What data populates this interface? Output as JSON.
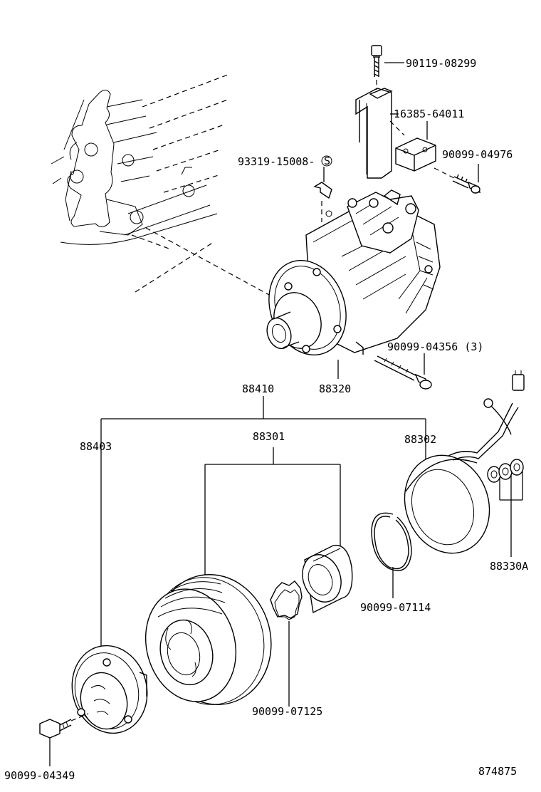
{
  "labels": {
    "bolt_top": "90119-08299",
    "bracket": "16385-64011",
    "bolt_bracket": "90099-04976",
    "clip": "93319-15008-",
    "clip_circle": "S",
    "bolt_long": "90099-04356 (3)",
    "clutch_assy": "88410",
    "compressor": "88320",
    "pressure_plate": "88403",
    "pulley": "88301",
    "stator": "88302",
    "shims": "88330A",
    "snap_ring": "90099-07114",
    "snap_ring_2": "90099-07125",
    "bolt_front": "90099-04349",
    "diagram_no": "874875"
  }
}
